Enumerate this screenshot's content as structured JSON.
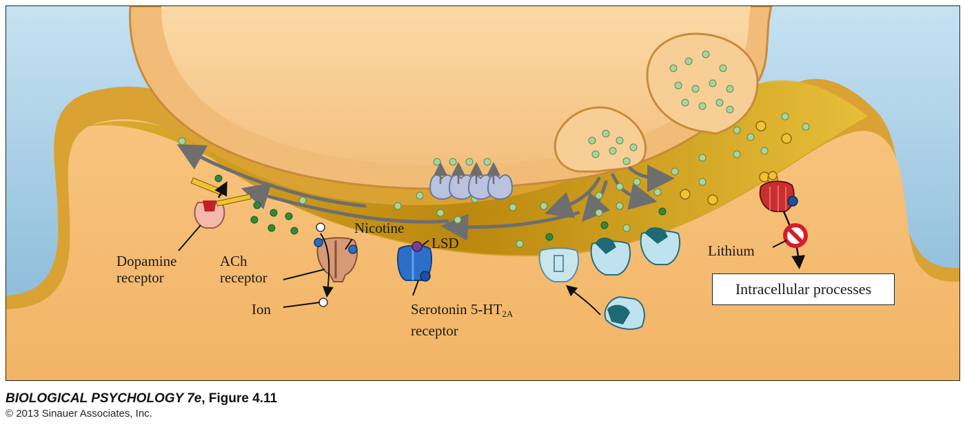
{
  "labels": {
    "dopamine_line1": "Dopamine",
    "dopamine_line2": "receptor",
    "ach_line1": "ACh",
    "ach_line2": "receptor",
    "ion": "Ion",
    "nicotine": "Nicotine",
    "lsd": "LSD",
    "serotonin_line1": "Serotonin 5-HT",
    "serotonin_sub": "2A",
    "serotonin_line2": "receptor",
    "lithium": "Lithium",
    "intracellular": "Intracellular processes"
  },
  "caption": {
    "title_italic": "BIOLOGICAL PSYCHOLOGY 7e",
    "title_rest": ", Figure 4.11",
    "copyright": "© 2013 Sinauer Associates, Inc."
  },
  "colors": {
    "background_fluid": "#9cc7e0",
    "cleft": "#c79a1a",
    "presynaptic": "#f6c88a",
    "postsynaptic": "#f3b46a",
    "transmitter": "#a9d4a0",
    "nicotine_dot": "#2f8a3a",
    "lithium_dot": "#f1c232",
    "arrow": "#6e6e6e",
    "prohibit": "#d21f2a"
  }
}
